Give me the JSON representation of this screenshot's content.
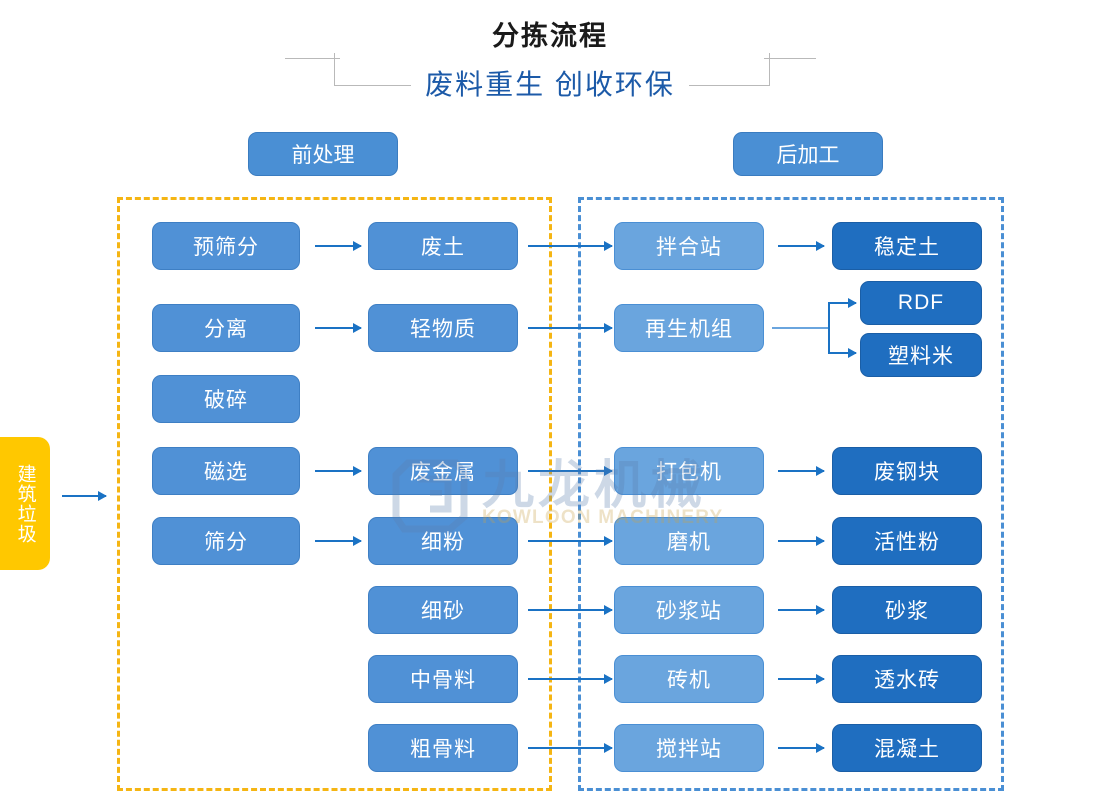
{
  "title": {
    "main": "分拣流程",
    "sub": "废料重生 创收环保"
  },
  "stages": [
    {
      "id": "pre",
      "label": "前处理"
    },
    {
      "id": "post",
      "label": "后加工"
    }
  ],
  "input": {
    "label": "建筑垃圾"
  },
  "watermark": {
    "cn": "九龙机械",
    "en": "KOWLOON MACHINERY"
  },
  "colors": {
    "node_mid": "#5091d6",
    "node_light": "#6aa5de",
    "node_dark": "#1f6ec0",
    "input_yellow": "#ffc800",
    "zone_pre_border": "#f5b513",
    "zone_post_border": "#4a8fd4",
    "arrow": "#1a72c4",
    "title_sub": "#1c5aa8"
  },
  "nodes": {
    "process": [
      {
        "label": "预筛分"
      },
      {
        "label": "分离"
      },
      {
        "label": "破碎"
      },
      {
        "label": "磁选"
      },
      {
        "label": "筛分"
      }
    ],
    "material": [
      {
        "label": "废土"
      },
      {
        "label": "轻物质"
      },
      {
        "label": "废金属"
      },
      {
        "label": "细粉"
      },
      {
        "label": "细砂"
      },
      {
        "label": "中骨料"
      },
      {
        "label": "粗骨料"
      }
    ],
    "equipment": [
      {
        "label": "拌合站"
      },
      {
        "label": "再生机组"
      },
      {
        "label": "打包机"
      },
      {
        "label": "磨机"
      },
      {
        "label": "砂浆站"
      },
      {
        "label": "砖机"
      },
      {
        "label": "搅拌站"
      }
    ],
    "product": [
      {
        "label": "稳定土"
      },
      {
        "label": "RDF"
      },
      {
        "label": "塑料米"
      },
      {
        "label": "废钢块"
      },
      {
        "label": "活性粉"
      },
      {
        "label": "砂浆"
      },
      {
        "label": "透水砖"
      },
      {
        "label": "混凝土"
      }
    ]
  }
}
